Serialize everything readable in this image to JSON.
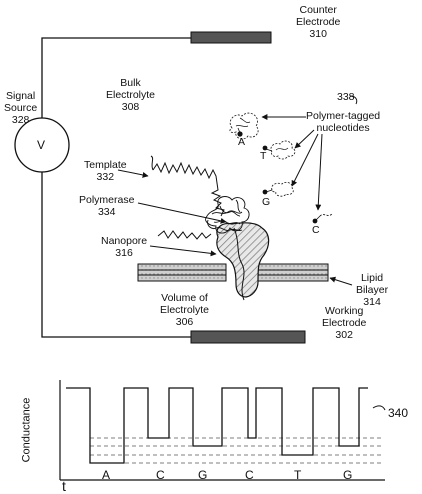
{
  "labels": {
    "counter_electrode": {
      "name": "Counter",
      "name2": "Electrode",
      "number": "310"
    },
    "signal_source": {
      "name": "Signal",
      "name2": "Source",
      "number": "328",
      "symbol": "V"
    },
    "bulk_electrolyte": {
      "name": "Bulk",
      "name2": "Electrolyte",
      "number": "308"
    },
    "polymer_tagged": {
      "number": "338",
      "name": "Polymer-tagged",
      "name2": "nucleotides"
    },
    "template": {
      "name": "Template",
      "number": "332"
    },
    "polymerase": {
      "name": "Polymerase",
      "number": "334"
    },
    "nanopore": {
      "name": "Nanopore",
      "number": "316"
    },
    "lipid_bilayer": {
      "name": "Lipid",
      "name2": "Bilayer",
      "number": "314"
    },
    "volume_electrolyte": {
      "name": "Volume of",
      "name2": "Electrolyte",
      "number": "306"
    },
    "working_electrode": {
      "name": "Working",
      "name2": "Electrode",
      "number": "302"
    }
  },
  "nucleotides": [
    "A",
    "T",
    "G",
    "C"
  ],
  "trace": {
    "ylabel": "Conductance",
    "xlabel": "t",
    "ref": "340",
    "bases": [
      "A",
      "C",
      "G",
      "C",
      "T",
      "G"
    ]
  },
  "colors": {
    "electrode": "#555555",
    "stroke": "#111111",
    "hatch": "#777777"
  }
}
